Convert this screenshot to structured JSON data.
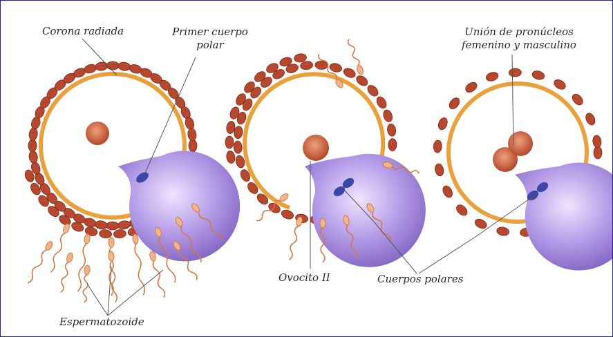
{
  "labels": {
    "corona_radiada": "Corona radiada",
    "primer_cuerpo_polar_1": "Primer cuerpo",
    "primer_cuerpo_polar_2": "polar",
    "union_1": "Unión de pronúcleos",
    "union_2": "femenino y masculino",
    "ovocito": "Ovocito II",
    "cuerpos_polares": "Cuerpos polares",
    "espermatozoide": "Espermatozoide"
  },
  "colors": {
    "follicle_cell": "#b5482e",
    "zona_ring": "#e8a13c",
    "cytoplasm": "#9a7fd0",
    "nucleus": "#c0502a",
    "polar_body": "#3c47a8",
    "sperm": "#d07a45",
    "leader_line": "#555555",
    "border": "#1f2a8f"
  }
}
